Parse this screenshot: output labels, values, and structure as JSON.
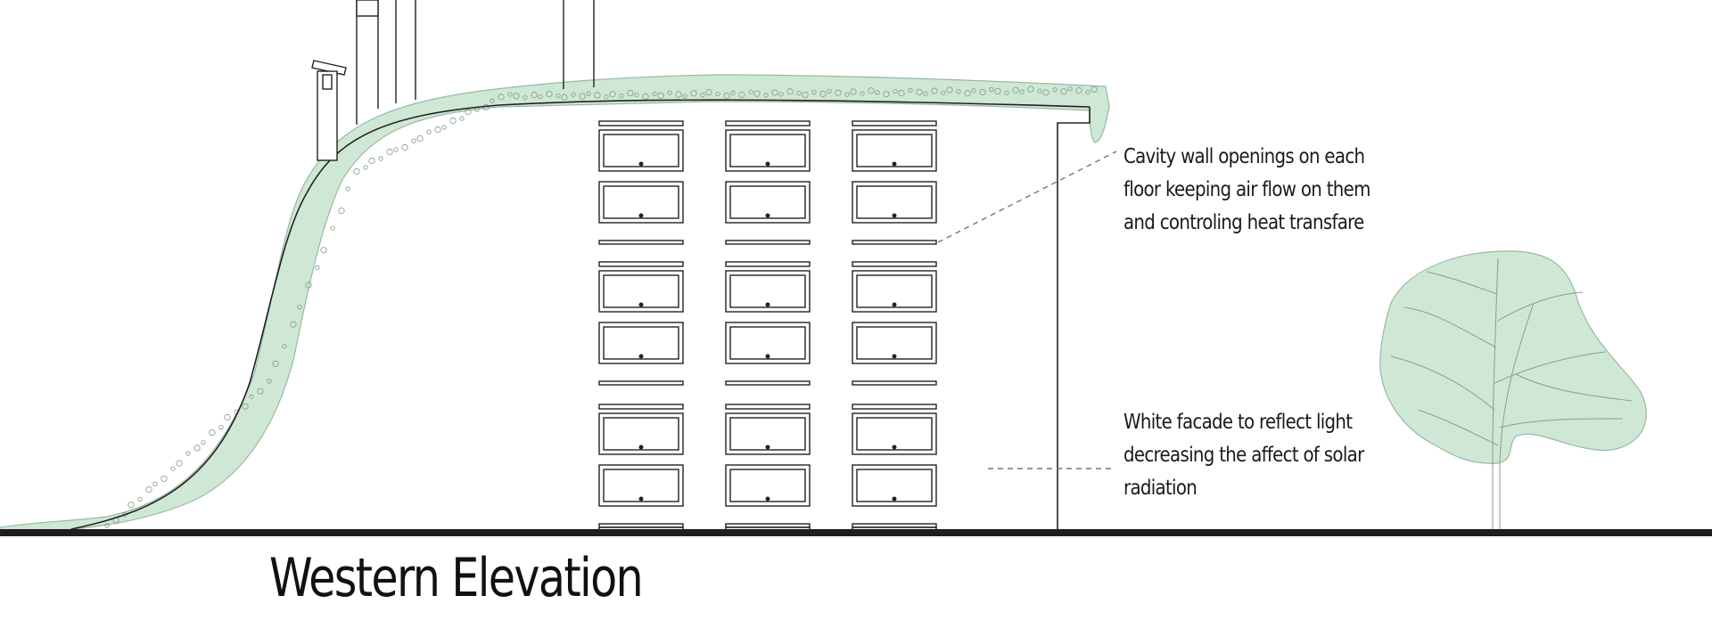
{
  "drawing": {
    "title": "Western Elevation",
    "annotations": {
      "cavity_wall": [
        "Cavity wall openings on each",
        "floor keeping air flow on them",
        "and controling heat transfare"
      ],
      "white_facade": [
        "White facade to reflect light",
        "decreasing the affect of solar",
        "radiation"
      ]
    },
    "colors": {
      "vegetation": "#cfe8d6",
      "vegetation_stroke": "#9ab8a2",
      "line": "#222222",
      "ground": "#1e1e1e",
      "leader": "#777777"
    },
    "window_grid": {
      "floors": 3,
      "columns": 3,
      "windows_per_floor_per_column": 2
    }
  }
}
